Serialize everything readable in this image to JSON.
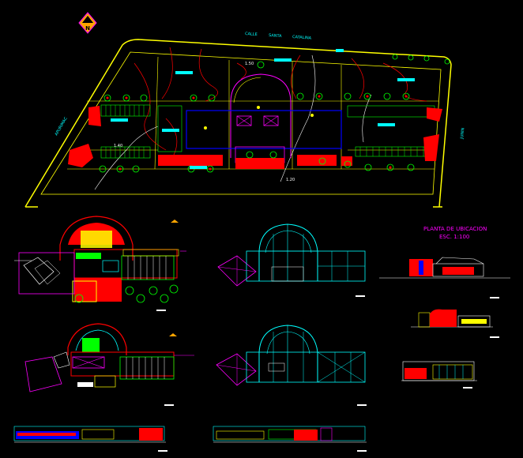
{
  "north_marker": {
    "letter": "N"
  },
  "site_plan": {
    "street_top": [
      "CALLE",
      "SANTA",
      "CATALINA"
    ],
    "street_left": "APURIMAC",
    "street_right": "JUNIN",
    "levels": [
      "1.50",
      "1.40",
      "1.20"
    ]
  },
  "location_plan": {
    "title": "PLANTA DE UBICACION",
    "scale": "ESC. 1:100"
  },
  "colors": {
    "site_outline": "#ffff00",
    "red_fill": "#ff0000",
    "green": "#00ff00",
    "cyan": "#00ffff",
    "blue": "#0000ff",
    "magenta": "#ff00ff",
    "white": "#ffffff",
    "north_arrow": "#ffa500"
  }
}
